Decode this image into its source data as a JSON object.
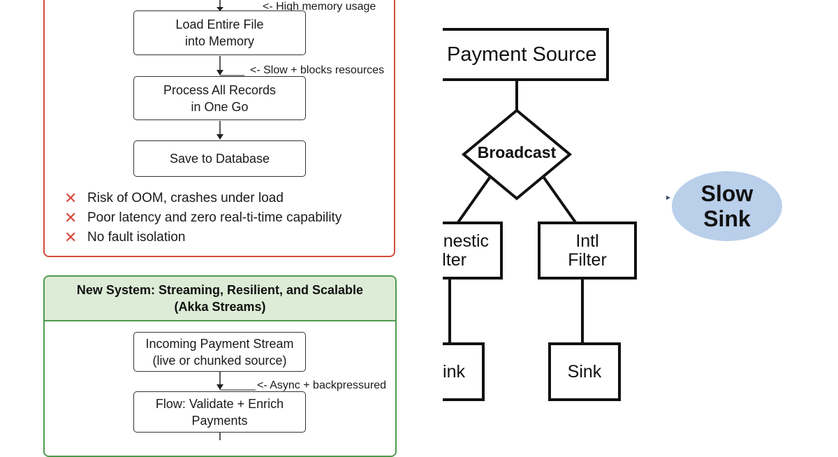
{
  "old_system": {
    "boxes": [
      {
        "lines": [
          "Load Entire File",
          "into Memory"
        ]
      },
      {
        "lines": [
          "Process All Records",
          "in One Go"
        ]
      },
      {
        "lines": [
          "Save to Database"
        ]
      }
    ],
    "notes": [
      "<- High memory usage",
      "<- Slow + blocks resources"
    ],
    "cons": [
      "Risk of OOM, crashes under load",
      "Poor latency and zero real-ti-time capability",
      "No fault isolation"
    ],
    "con_icon": "x-mark-icon"
  },
  "new_system": {
    "title_line1": "New System: Streaming, Resilient, and Scalable",
    "title_line2": "(Akka Streams)",
    "boxes": [
      {
        "lines": [
          "Incoming Payment Stream",
          "(live or chunked source)"
        ]
      },
      {
        "lines": [
          "Flow: Validate + Enrich",
          "Payments"
        ]
      }
    ],
    "notes": [
      "<- Async + backpressured"
    ]
  },
  "graph": {
    "source": "Payment Source",
    "broadcast": "Broadcast",
    "domestic_filter": [
      "nestic",
      "lter"
    ],
    "intl_filter": [
      "Intl",
      "Filter"
    ],
    "left_sink": "ink",
    "right_sink": "Sink",
    "slow_sink": [
      "Slow",
      "Sink"
    ]
  },
  "colors": {
    "old_border": "#d44a3a",
    "new_border": "#4d9a4d",
    "new_header_bg": "#dcecd6",
    "slow_sink_fill": "#b9cfea"
  }
}
